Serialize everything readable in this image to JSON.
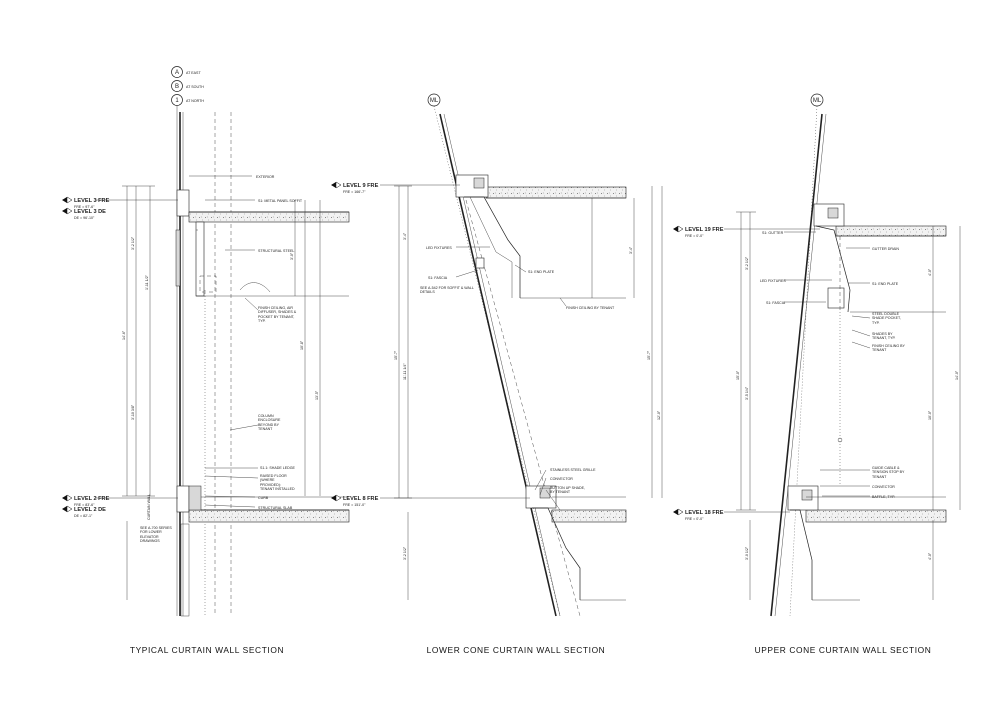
{
  "sections": [
    {
      "title": "TYPICAL CURTAIN WALL SECTION",
      "grid_bubbles": [
        {
          "id": "A",
          "note": "AT EAST"
        },
        {
          "id": "B",
          "note": "AT SOUTH"
        },
        {
          "id": "1",
          "note": "AT NORTH"
        }
      ],
      "levels": [
        {
          "name": "LEVEL 3 FRE",
          "elev": "FRE = 97'-6\""
        },
        {
          "name": "LEVEL 3 DE",
          "elev": "DE = 96'-10\""
        },
        {
          "name": "LEVEL 2 FRE",
          "elev": "FRE = 83'-6\""
        },
        {
          "name": "LEVEL 2 DE",
          "elev": "DE = 82'-1\""
        }
      ],
      "notes": [
        "EXTERIOR",
        "S1: METAL PANEL SOFFIT",
        "STRUCTURAL STEEL",
        "FINISH CEILING, AIR DIFFUSER, SHADES & POCKET BY TENANT, TYP.",
        "COLUMN ENCLOSURE BEYOND BY TENANT",
        "S1.1: SHADE LEDGE",
        "RAISED FLOOR (WHERE PROVIDED): TENANT INSTALLED",
        "CURB",
        "STRUCTURAL SLAB",
        "CURTAIN WALL",
        "SEE A-700 SERIES FOR LOWER ELEVATOR DRAWINGS"
      ]
    },
    {
      "title": "LOWER CONE CURTAIN WALL SECTION",
      "grid_bubbles": [
        {
          "id": "ML",
          "note": ""
        }
      ],
      "levels": [
        {
          "name": "LEVEL 9 FRE",
          "elev": "FRE = 166'-7\""
        },
        {
          "name": "LEVEL 8 FRE",
          "elev": "FRE = 151'-0\""
        }
      ],
      "notes": [
        "LED FIXTURES",
        "S1: FASCIA",
        "S1: END PLATE",
        "SEE A-542 FOR SOFFIT & WALL DETAILS",
        "FINISH CEILING BY TENANT",
        "STAINLESS STEEL GRILLE",
        "CONVECTOR",
        "BUTTON UP SHADE, BY TENANT"
      ]
    },
    {
      "title": "UPPER CONE CURTAIN WALL SECTION",
      "grid_bubbles": [
        {
          "id": "ML",
          "note": ""
        }
      ],
      "levels": [
        {
          "name": "LEVEL 19 FRE",
          "elev": "FRE = 0'-0\""
        },
        {
          "name": "LEVEL 18 FRE",
          "elev": "FRE = 0'-0\""
        }
      ],
      "notes": [
        "S1: GUTTER",
        "GUTTER DRAIN",
        "LED FIXTURES",
        "S1: END PLATE",
        "S1: FASCIA",
        "STEEL DOUBLE SHADE POCKET, TYP.",
        "SHADES BY TENANT, TYP.",
        "FINISH CEILING BY TENANT",
        "GUIDE CABLE & TENSION STOP BY TENANT",
        "CONVECTOR",
        "BAFFLE, TYP."
      ]
    }
  ]
}
